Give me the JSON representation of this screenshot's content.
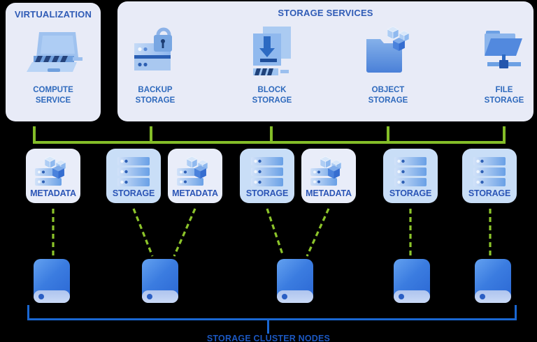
{
  "diagram": {
    "background_color": "#000000",
    "panel_color": "#e8ebf7",
    "accent_green": "#84bd28",
    "accent_blue": "#1a67d2"
  },
  "virtualization_panel": {
    "title": "VIRTUALIZATION",
    "item": {
      "icon": "laptop-icon",
      "label_line1": "COMPUTE",
      "label_line2": "SERVICE"
    }
  },
  "storage_services_panel": {
    "title": "STORAGE SERVICES",
    "items": [
      {
        "icon": "backup-storage-icon",
        "label_line1": "BACKUP",
        "label_line2": "STORAGE"
      },
      {
        "icon": "block-storage-icon",
        "label_line1": "BLOCK",
        "label_line2": "STORAGE"
      },
      {
        "icon": "object-storage-icon",
        "label_line1": "OBJECT",
        "label_line2": "STORAGE"
      },
      {
        "icon": "file-storage-icon",
        "label_line1": "FILE",
        "label_line2": "STORAGE"
      }
    ]
  },
  "cluster_nodes": [
    {
      "label": "METADATA",
      "type": "metadata",
      "icon": "metadata-server-icon"
    },
    {
      "label": "STORAGE",
      "type": "storage",
      "icon": "storage-server-icon"
    },
    {
      "label": "METADATA",
      "type": "metadata",
      "icon": "metadata-server-icon"
    },
    {
      "label": "STORAGE",
      "type": "storage",
      "icon": "storage-server-icon"
    },
    {
      "label": "METADATA",
      "type": "metadata",
      "icon": "metadata-server-icon"
    },
    {
      "label": "STORAGE",
      "type": "storage",
      "icon": "storage-server-icon"
    },
    {
      "label": "STORAGE",
      "type": "storage",
      "icon": "storage-server-icon"
    }
  ],
  "disks": {
    "count": 5,
    "icon": "disk-icon"
  },
  "footer": {
    "label": "STORAGE CLUSTER NODES"
  }
}
